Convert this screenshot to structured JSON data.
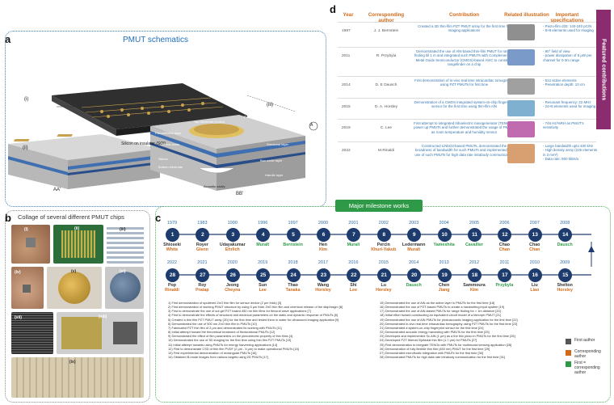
{
  "panel_a": {
    "letter": "a",
    "title": "PMUT schematics",
    "labels": {
      "i": "(i)",
      "ii": "(ii)",
      "iii": "(iii)",
      "aa": "AA'",
      "bb": "BB'",
      "soi": "Silicon on insulator (SOI)",
      "top_electrode": "Top electrode (Cr/Au)",
      "piezo_layer": "Piezoelectric layer",
      "silicon_oxide": "Silicon oxide",
      "silicon": "Silicon",
      "bottom_electrode": "Bottom electrode",
      "active_layer": "Active layer",
      "structural_layer": "Structural layer",
      "box_layer": "Box oxide layer",
      "handle_layer": "Handle layer",
      "acoustic_cavity": "Acoustic cavity",
      "pad": "Pad",
      "b_label": "A"
    },
    "colors": {
      "title": "#1f6fb8",
      "chip_top": "#3a3a3a",
      "blue_layer": "#3f6fb1",
      "silicon": "#b8b8b8",
      "gold": "#c9a24e"
    }
  },
  "panel_b": {
    "letter": "b",
    "title": "Collage of several different PMUT chips",
    "photos": [
      "(i)",
      "(ii)",
      "(iii)",
      "(iv)",
      "(v)",
      "(vi)",
      "(vii)",
      "(viii)",
      "(ix)"
    ]
  },
  "panel_d": {
    "letter": "d",
    "featured_label": "Featured contributions",
    "headers": {
      "year": "Year",
      "author": "Corresponding author",
      "contribution": "Contribution",
      "illustration": "Related illustration",
      "specs": "Important specifications"
    },
    "rows": [
      {
        "year": "1997",
        "author": "J. J. Bernstein",
        "contribution": "Created a 2D thin-film PZT PMUT array for the first time for imaging applications",
        "specs": [
          "- Piezo-film d33: 140-240 pC/N",
          "- 8×8 elements used for imaging"
        ]
      },
      {
        "year": "2011",
        "author": "R. Przybyla",
        "contribution": "Demonstrated the use of AlN-based thin-film PMUT for range finding till 1 m and integrated such PMUTs with Complementary Metal Oxide Semiconductor (CMOS)-based ASIC to construct rangefinder on a chip",
        "specs": [
          "- 90° field of view",
          "- power dissipation of 5 μW per channel for 0-3m range"
        ]
      },
      {
        "year": "2014",
        "author": "D. E Dausch",
        "contribution": "First demonstration of in-vivo real time intracardiac tomography using PZT PMUTs for first time",
        "specs": [
          "- 512 active elements",
          "- Penetration depth: 10 cm"
        ]
      },
      {
        "year": "2015",
        "author": "D. A. Horsley",
        "contribution": "Demonstration of a CMOS integrated system-on-chip fingerprint sensor for the first time using thin-film AlN",
        "specs": [
          "- Resonant frequency: 22 MHz",
          "- 24×8 elements used for imaging"
        ]
      },
      {
        "year": "2019",
        "author": "C. Lee",
        "contribution": "First attempt to integrated triboelectric nanogenerator (TENG) to power up PMUTs and further demonstrated the usage of PMUTs as room temperature and humidity sensor",
        "specs": [
          "- 746 Hz/%RH as PMUT's sensitivity"
        ]
      },
      {
        "year": "2022",
        "author": "M.Rinaldi",
        "contribution": "Constructed LiNbO3-based PMUTs, demonstrated the broadness of bandwidth for such PMUTs and implemented the use of such PMUTs for high data rate intrabody communication",
        "specs": [
          "- Large bandwidth upto 400 kHz",
          "- High density array (225 elements in 3 mm²)",
          "- Data rate: 800 kbits/s"
        ]
      }
    ],
    "colors": {
      "header": "#d06a1a",
      "text": "#3576b0",
      "featured_bg": "#8a2c6e"
    }
  },
  "panel_c": {
    "letter": "c",
    "banner": "Major milestone works",
    "top_row": [
      {
        "n": "1",
        "year": "1979",
        "a": "Shioseki",
        "b": "White",
        "bc": "#d06a1a"
      },
      {
        "n": "2",
        "year": "1983",
        "a": "Royer",
        "b": "Glenn",
        "bc": "#d06a1a"
      },
      {
        "n": "3",
        "year": "1990",
        "a": "Udayakumar",
        "b": "Ehrlich",
        "bc": "#d06a1a"
      },
      {
        "n": "4",
        "year": "1996",
        "a": "Muralt",
        "b": "",
        "bc": "#2e9a48",
        "green_only": true
      },
      {
        "n": "5",
        "year": "1997",
        "a": "Bernstein",
        "b": "",
        "bc": "#2e9a48",
        "green_only": true
      },
      {
        "n": "6",
        "year": "2000",
        "a": "Hen",
        "b": "Kim",
        "bc": "#d06a1a"
      },
      {
        "n": "7",
        "year": "2001",
        "a": "Murali",
        "b": "",
        "bc": "#2e9a48",
        "green_only": true
      },
      {
        "n": "8",
        "year": "2002",
        "a": "Percin",
        "b": "Khuri-Yakub",
        "bc": "#d06a1a"
      },
      {
        "n": "9",
        "year": "2003",
        "a": "Ledermann",
        "b": "Muralt",
        "bc": "#d06a1a"
      },
      {
        "n": "10",
        "year": "2004",
        "a": "Yameshita",
        "b": "",
        "bc": "#2e9a48",
        "green_only": true
      },
      {
        "n": "11",
        "year": "2005",
        "a": "Cavallier",
        "b": "",
        "bc": "#2e9a48",
        "green_only": true
      },
      {
        "n": "12",
        "year": "2006",
        "a": "Chao",
        "b": "Chan",
        "bc": "#d06a1a"
      },
      {
        "n": "13",
        "year": "2007",
        "a": "Chao",
        "b": "Chan",
        "bc": "#d06a1a"
      },
      {
        "n": "14",
        "year": "2008",
        "a": "Dausch",
        "b": "",
        "bc": "#2e9a48",
        "green_only": true
      }
    ],
    "bottom_row": [
      {
        "n": "28",
        "year": "2022",
        "a": "Pop",
        "b": "Rinaldi",
        "bc": "#d06a1a"
      },
      {
        "n": "27",
        "year": "2021",
        "a": "Roy",
        "b": "Pratap",
        "bc": "#d06a1a"
      },
      {
        "n": "26",
        "year": "2020",
        "a": "Jeong",
        "b": "Cheyna",
        "bc": "#d06a1a"
      },
      {
        "n": "25",
        "year": "2019",
        "a": "Sun",
        "b": "Lee",
        "bc": "#d06a1a"
      },
      {
        "n": "24",
        "year": "2018",
        "a": "Thao",
        "b": "Tanaka",
        "bc": "#d06a1a"
      },
      {
        "n": "23",
        "year": "2017",
        "a": "Wang",
        "b": "Horsley",
        "bc": "#d06a1a"
      },
      {
        "n": "22",
        "year": "2016",
        "a": "Shi",
        "b": "Lee",
        "bc": "#d06a1a"
      },
      {
        "n": "21",
        "year": "2015",
        "a": "Lu",
        "b": "Horsley",
        "bc": "#d06a1a"
      },
      {
        "n": "20",
        "year": "2014",
        "a": "Dausch",
        "b": "",
        "bc": "#2e9a48",
        "green_only": true
      },
      {
        "n": "19",
        "year": "2013",
        "a": "Chen",
        "b": "Jiang",
        "bc": "#d06a1a"
      },
      {
        "n": "18",
        "year": "2012",
        "a": "Sammoura",
        "b": "Kim",
        "bc": "#d06a1a"
      },
      {
        "n": "17",
        "year": "2011",
        "a": "Przybyla",
        "b": "",
        "bc": "#2e9a48",
        "green_only": true
      },
      {
        "n": "16",
        "year": "2010",
        "a": "Liu",
        "b": "Liao",
        "bc": "#d06a1a"
      },
      {
        "n": "15",
        "year": "2009",
        "a": "Shelton",
        "b": "Horsley",
        "bc": "#d06a1a"
      }
    ],
    "refs_left": [
      "1) First demonstration of sputtered ZnO thin film for sensor device (2 μm thick) [3]",
      "2) First demonstration of working PMUT structure by using 5 μm thick ZnO thin film and chemical release of the diaphragm [8]",
      "3) First to demonstrate the use of sol-gel PZT based 450 nm thin films for flexural wave applications [7]",
      "4) First to demonstrate the effects of structural and electrical parameters on the static and dynamic response of PMUTs [8]",
      "5) Created a thin film PZT PMUT array (2D) for the first time and tested them in water for ultrasound imaging application [9]",
      "6) Demonstrated the use of 500 nm ZnO thin film in PMUTs [10]",
      "7) Fabricated PZT thin film of 2 μm and demonstrated its working with PMUTs [11]",
      "8) Initial attempt toward the theoretical treatment of flexturational PMUTs [12]",
      "9) Demonstrated the effect of film parameters on the piezoelectric property of thin films [4]",
      "10) Demonstrated the use of 3D imaging for the first time using thin film PZT PMUTs [13]",
      "11) Initial attempt towards using PMUTs for energy harvesting applications [14]",
      "12) First to demonstrate CSD of thin film PVDF (2 μm - 5 μm) to make operational PMUTs [15]",
      "13) First experimental demonstration of rectangular PMUTs [16]",
      "14) Obtained B-mode images from various targets using 2D PMUTs [17]"
    ],
    "refs_right": [
      "15) Demonstrated the use of AlN as the active layer in PMUTs for the first time [18]",
      "16) Demonstrated the use of PZT-based PMUTs to create a handwriting input system [19]",
      "17) Demonstrated the use of AlN-based PMUTs for range finding for > 1m distance [20]",
      "18) Initial effort toward constructing an equivalent circuit model of a bimorph PMUT [21]",
      "19) Demonstrated the use of AlN PMUTs for photoacoustic imaging application for the first time [22]",
      "20) Demonstrated in-vivo real-time intracardiac tomography using PZT PMUTs for the first time [23]",
      "21) Demonstrated a system-on-chip fingerprint sensor for the first time [24]",
      "22) Demonstrated acoustic energy harvesting with PMUTs for the first time [25]",
      "23) Developed and implemented Sc-AlN (1 μm) as a the thin piezo in PMUTs for the first time [26]",
      "24) Developed PZT fiberoid Epitaxial thin film (1.7 μm) for PMUTs [27]",
      "25) First demonstration to integrate TENGs with PMUTs for multimodal sensing application [28]",
      "26) Demonstration of fully flexible thin film (450 nm) PMUT for the first time [29]",
      "27) Demonstrated microfluidic integration with PMUTs for the first time [30]",
      "28) Demonstrated PMUTs for high data rate intrabody communication for the first time [31]"
    ],
    "legend": [
      {
        "label": "First author",
        "color": "#555555"
      },
      {
        "label": "Corresponding author",
        "color": "#d06a1a"
      },
      {
        "label": "First = corresponding author",
        "color": "#2e9a48"
      }
    ]
  }
}
